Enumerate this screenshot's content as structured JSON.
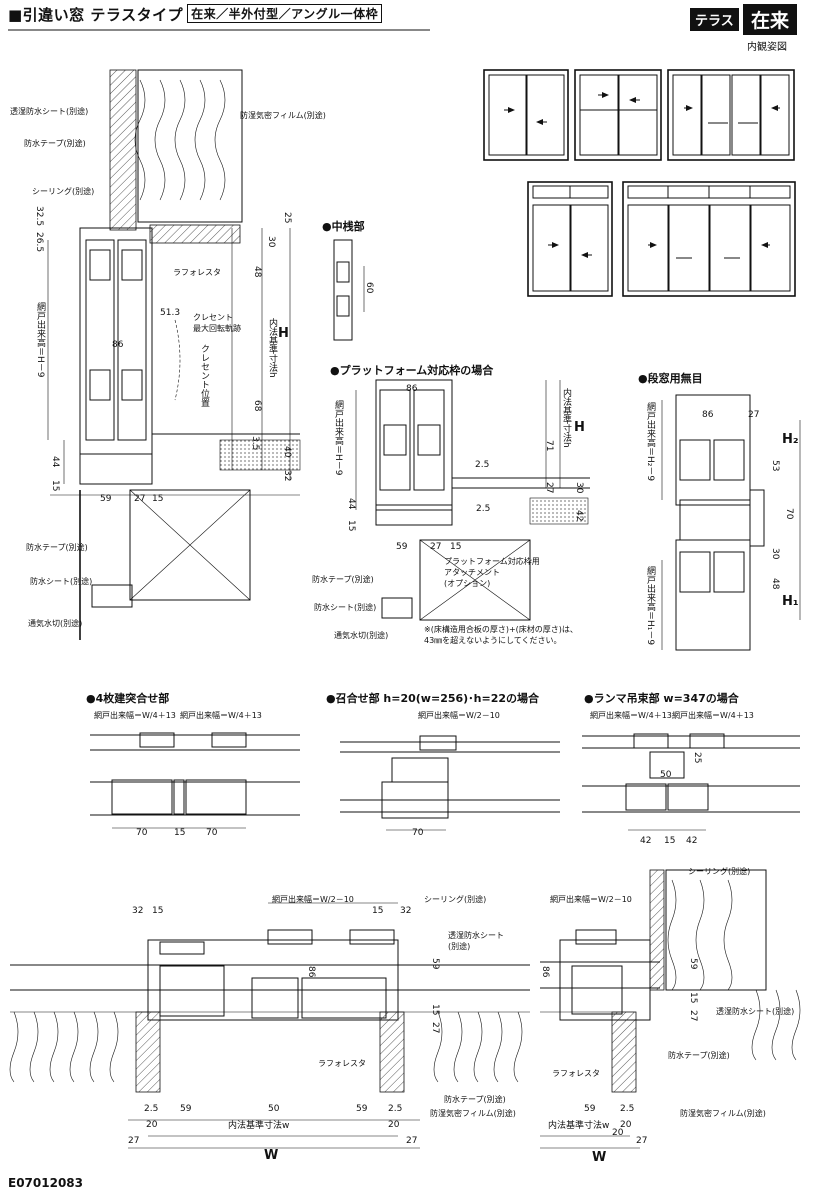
{
  "header": {
    "title": "■引違い窓 テラスタイプ",
    "subtitle_box": "在来／半外付型／アングル一体枠",
    "badge_left": "テラス",
    "badge_right": "在来",
    "view_label": "内観姿図"
  },
  "main_section": {
    "labels": {
      "moisture_sheet": "透湿防水シート(別途)",
      "waterproof_tape": "防水テープ(別途)",
      "sealing": "シーリング(別途)",
      "airtight_film": "防湿気密フィルム(別途)",
      "laforesta": "ラフォレスタ",
      "crescent": "クレセント\n最大回転軌跡",
      "crescent_pos": "クレセント位置",
      "inner_std": "内法基準寸法h",
      "screen_height": "網戸出来高＝H－9",
      "waterproof_tape2": "防水テープ(別途)",
      "waterproof_sheet": "防水シート(別途)",
      "vent_drip": "通気水切(別途)"
    },
    "dims": [
      "32.5",
      "26.5",
      "25",
      "30",
      "48",
      "51.3",
      "86",
      "68",
      "3.5",
      "40",
      "44",
      "15",
      "59",
      "27",
      "15",
      "32",
      "H"
    ]
  },
  "sections": {
    "mullion": {
      "title": "●中桟部",
      "dim": "60"
    },
    "platform": {
      "title": "●プラットフォーム対応枠の場合",
      "screen_height": "網戸出来高＝H－9",
      "inner_std": "内法基準寸法h",
      "attachment": "プラットフォーム対応枠用\nアタッチメント\n(オプション)",
      "note": "※(床構造用合板の厚さ)+(床材の厚さ)は、\n43㎜を超えないようにしてください。",
      "waterproof_tape": "防水テープ(別途)",
      "waterproof_sheet": "防水シート(別途)",
      "vent_drip": "通気水切(別途)",
      "dims": [
        "86",
        "71",
        "2.5",
        "27",
        "30",
        "2.5",
        "42",
        "44",
        "15",
        "59",
        "27",
        "15",
        "H"
      ]
    },
    "stepped": {
      "title": "●段窓用無目",
      "screen_h2": "網戸出来高＝H₂－9",
      "screen_h1": "網戸出来高＝H₁－9",
      "dims": [
        "86",
        "27",
        "H₂",
        "53",
        "70",
        "30",
        "48",
        "H₁"
      ]
    },
    "four_panel": {
      "title": "●4枚建突合せ部",
      "width_a": "網戸出来幅＝W/4＋13",
      "width_b": "網戸出来幅＝W/4＋13",
      "dims": [
        "70",
        "15",
        "70"
      ]
    },
    "meeting": {
      "title": "●召合せ部 h=20(w=256)･h=22の場合",
      "width": "網戸出来幅＝W/2－10",
      "dims": [
        "70"
      ]
    },
    "transom": {
      "title": "●ランマ吊束部 w=347の場合",
      "width_a": "網戸出来幅＝W/4＋13",
      "width_b": "網戸出来幅＝W/4＋13",
      "dims": [
        "50",
        "25",
        "42",
        "15",
        "42"
      ]
    },
    "plan_main": {
      "width_label": "網戸出来幅＝W/2－10",
      "sealing": "シーリング(別途)",
      "moisture_sheet": "透湿防水シート\n(別途)",
      "laforesta": "ラフォレスタ",
      "waterproof_tape": "防水テープ(別途)",
      "airtight_film": "防湿気密フィルム(別途)",
      "inner_std": "内法基準寸法w",
      "dims": [
        "32",
        "15",
        "15",
        "32",
        "86",
        "59",
        "15",
        "27",
        "2.5",
        "59",
        "50",
        "59",
        "2.5",
        "20",
        "20",
        "27",
        "27",
        "W"
      ]
    },
    "plan_side": {
      "width_label": "網戸出来幅＝W/2－10",
      "sealing": "シーリング(別途)",
      "moisture_sheet": "透湿防水シート(別途)",
      "waterproof_tape": "防水テープ(別途)",
      "laforesta": "ラフォレスタ",
      "airtight_film": "防湿気密フィルム(別途)",
      "inner_std": "内法基準寸法w",
      "dims": [
        "86",
        "59",
        "15",
        "27",
        "20",
        "59",
        "2.5",
        "20",
        "27",
        "W"
      ]
    }
  },
  "footer": {
    "code": "E07012083"
  }
}
